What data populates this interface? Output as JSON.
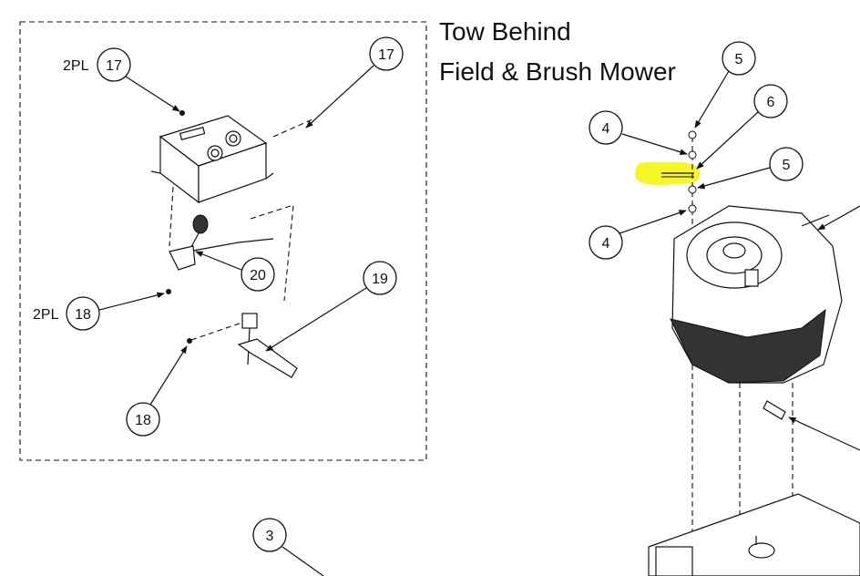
{
  "title": {
    "line1": "Tow Behind",
    "line2": "Field & Brush Mower"
  },
  "qualifiers": {
    "q17": "2PL",
    "q18": "2PL"
  },
  "callouts": {
    "c17a": "17",
    "c17b": "17",
    "c18a": "18",
    "c18b": "18",
    "c19": "19",
    "c20": "20",
    "c5a": "5",
    "c5b": "5",
    "c6": "6",
    "c4a": "4",
    "c4b": "4",
    "c3": "3"
  },
  "highlight_color": "#f5f500"
}
